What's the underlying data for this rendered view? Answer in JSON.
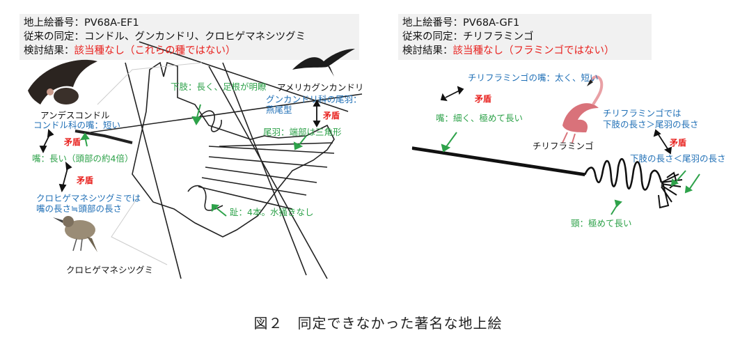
{
  "left_panel": {
    "header": {
      "line1_label": "地上絵番号：",
      "line1_value": "PV68A-EF1",
      "line2_label": "従来の同定：",
      "line2_value": "コンドル、グンカンドリ、クロヒゲマネシツグミ",
      "line3_label": "検討結果：",
      "line3_value": "該当種なし（これらの種ではない）"
    },
    "birds": {
      "andes_condor": "アンデスコンドル",
      "frigatebird": "アメリカグンカンドリ",
      "mockingbird": "クロヒゲマネシツグミ"
    },
    "annotations": {
      "condor_beak": "コンドル科の嘴：短い",
      "contradiction_1": "矛盾",
      "beak_long": "嘴：長い（頭部の約4倍）",
      "contradiction_2": "矛盾",
      "mockingbird_beak_1": "クロヒゲマネシツグミでは",
      "mockingbird_beak_2": "嘴の長さ≒頭部の長さ",
      "hindlimb": "下肢：長く、足根が明瞭",
      "frigate_tail_1": "グンカンドリ科の尾羽：",
      "frigate_tail_2": "燕尾型",
      "contradiction_3": "矛盾",
      "tail_triangle": "尾羽：端部は三角形",
      "toes": "趾：4本。水掻きなし"
    }
  },
  "right_panel": {
    "header": {
      "line1_label": "地上絵番号：",
      "line1_value": "PV68A-GF1",
      "line2_label": "従来の同定：",
      "line2_value": "チリフラミンゴ",
      "line3_label": "検討結果：",
      "line3_value": "該当種なし（フラミンゴではない）"
    },
    "birds": {
      "flamingo": "チリフラミンゴ"
    },
    "annotations": {
      "flamingo_beak": "チリフラミンゴの嘴：太く、短い",
      "contradiction_1": "矛盾",
      "beak_long": "嘴：細く、極めて長い",
      "flamingo_legs_1": "チリフラミンゴでは",
      "flamingo_legs_2": "下肢の長さ＞尾羽の長さ",
      "contradiction_2": "矛盾",
      "legs_vs_tail": "下肢の長さ＜尾羽の長さ",
      "neck": "頸：極めて長い"
    }
  },
  "caption": "図２　同定できなかった著名な地上絵",
  "colors": {
    "red": "#e8201d",
    "blue": "#1f6fb6",
    "green": "#2ea24a"
  }
}
